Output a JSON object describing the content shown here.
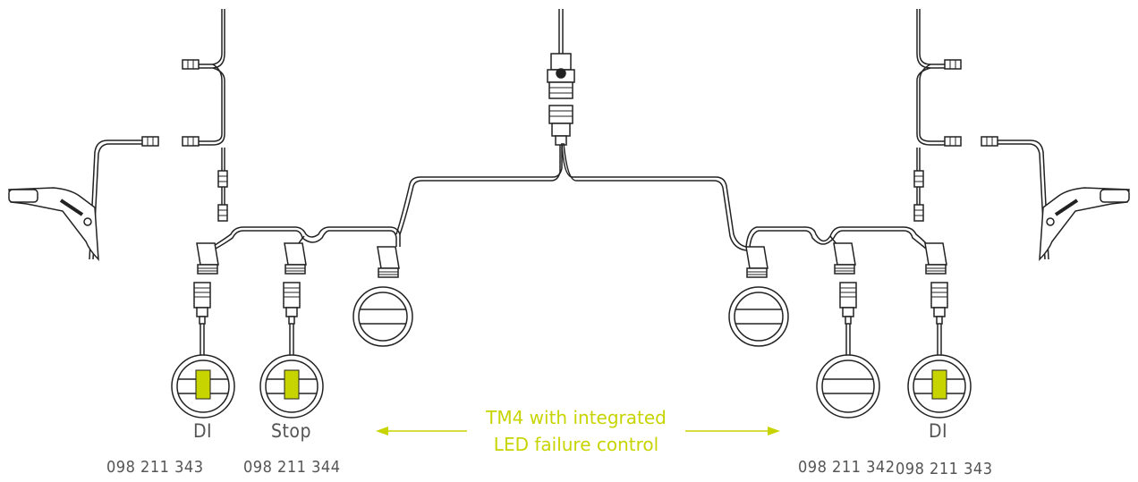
{
  "colors": {
    "line": "#222222",
    "accent": "#c8d400",
    "text": "#555555"
  },
  "labels": {
    "left_di": "DI",
    "stop": "Stop",
    "right_di": "DI",
    "part_left_di": "098 211 343",
    "part_stop": "098 211 344",
    "part_right_tail": "098 211 342",
    "part_right_di": "098 211 343"
  },
  "note": {
    "line1": "TM4 with integrated",
    "line2": "LED failure control"
  }
}
